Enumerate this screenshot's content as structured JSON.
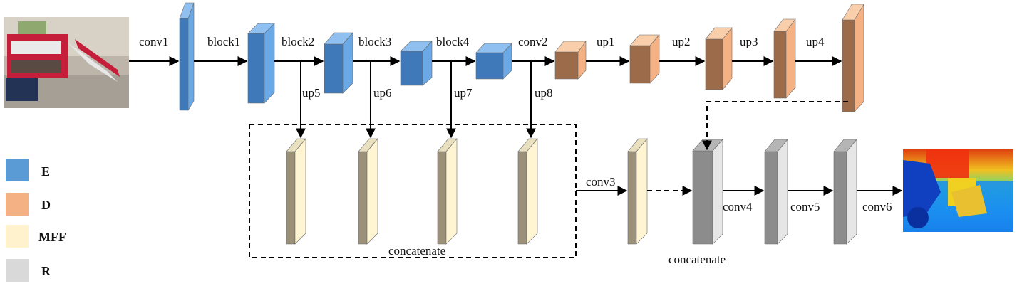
{
  "labels": {
    "conv1": "conv1",
    "block1": "block1",
    "block2": "block2",
    "block3": "block3",
    "block4": "block4",
    "conv2": "conv2",
    "up1": "up1",
    "up2": "up2",
    "up3": "up3",
    "up4": "up4",
    "up5": "up5",
    "up6": "up6",
    "up7": "up7",
    "up8": "up8",
    "conv3": "conv3",
    "conv4": "conv4",
    "conv5": "conv5",
    "conv6": "conv6",
    "concatenate_mff": "concatenate",
    "concatenate_r": "concatenate"
  },
  "legend": [
    {
      "key": "E",
      "color": "#5b9bd5"
    },
    {
      "key": "D",
      "color": "#f4b183"
    },
    {
      "key": "MFF",
      "color": "#fff2cc"
    },
    {
      "key": "R",
      "color": "#d9d9d9"
    }
  ],
  "colors": {
    "encoder_front": "#3f79b9",
    "encoder_side": "#6aa8e6",
    "encoder_top": "#8fc0f0",
    "decoder_front": "#9c6b4a",
    "decoder_side": "#f4b183",
    "decoder_top": "#f8ceab",
    "mff_front": "#9b9078",
    "mff_side": "#fff5d2",
    "mff_top": "#e8e0bf",
    "r_front": "#8c8c8c",
    "r_side": "#e6e6e6",
    "r_top": "#b5b5b5"
  }
}
